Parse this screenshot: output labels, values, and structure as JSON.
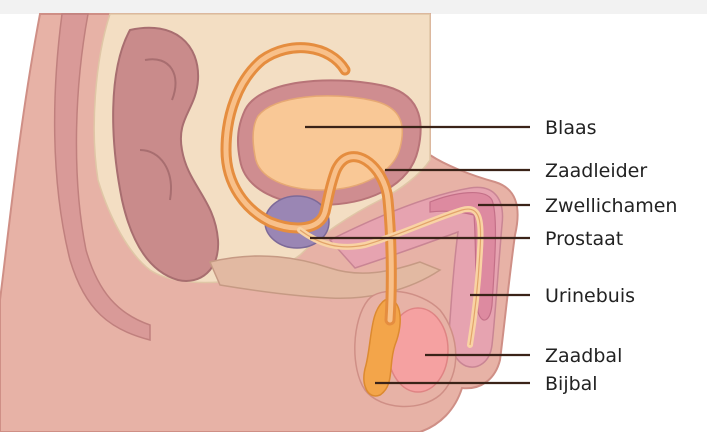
{
  "diagram": {
    "labels": {
      "blaas": "Blaas",
      "zaadleider": "Zaadleider",
      "zwellichamen": "Zwellichamen",
      "prostaat": "Prostaat",
      "urinebuis": "Urinebuis",
      "zaadbal": "Zaadbal",
      "bijbal": "Bijbal"
    }
  },
  "colors": {
    "background": "#ffffff",
    "body_outer": "#e7b2a6",
    "body_inner": "#f3dec3",
    "rectum": "#c98b8b",
    "bladder": "#f9c896",
    "bladder_wall": "#cf8d90",
    "vas_deferens": "#f5a35a",
    "prostate": "#9a86b4",
    "erectile_tissue": "#e6a3b0",
    "testis": "#f5a1a1",
    "epididymis": "#f3a54a",
    "leader_line": "#3a2318"
  }
}
